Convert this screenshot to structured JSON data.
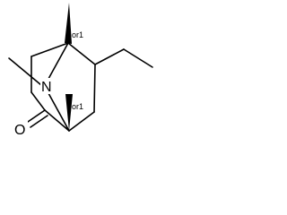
{
  "molecule": {
    "atoms": {
      "nitrogen": "N",
      "oxygen": "O"
    },
    "stereo": {
      "top_bridgehead": "or1",
      "bottom_bridgehead": "or1"
    }
  }
}
